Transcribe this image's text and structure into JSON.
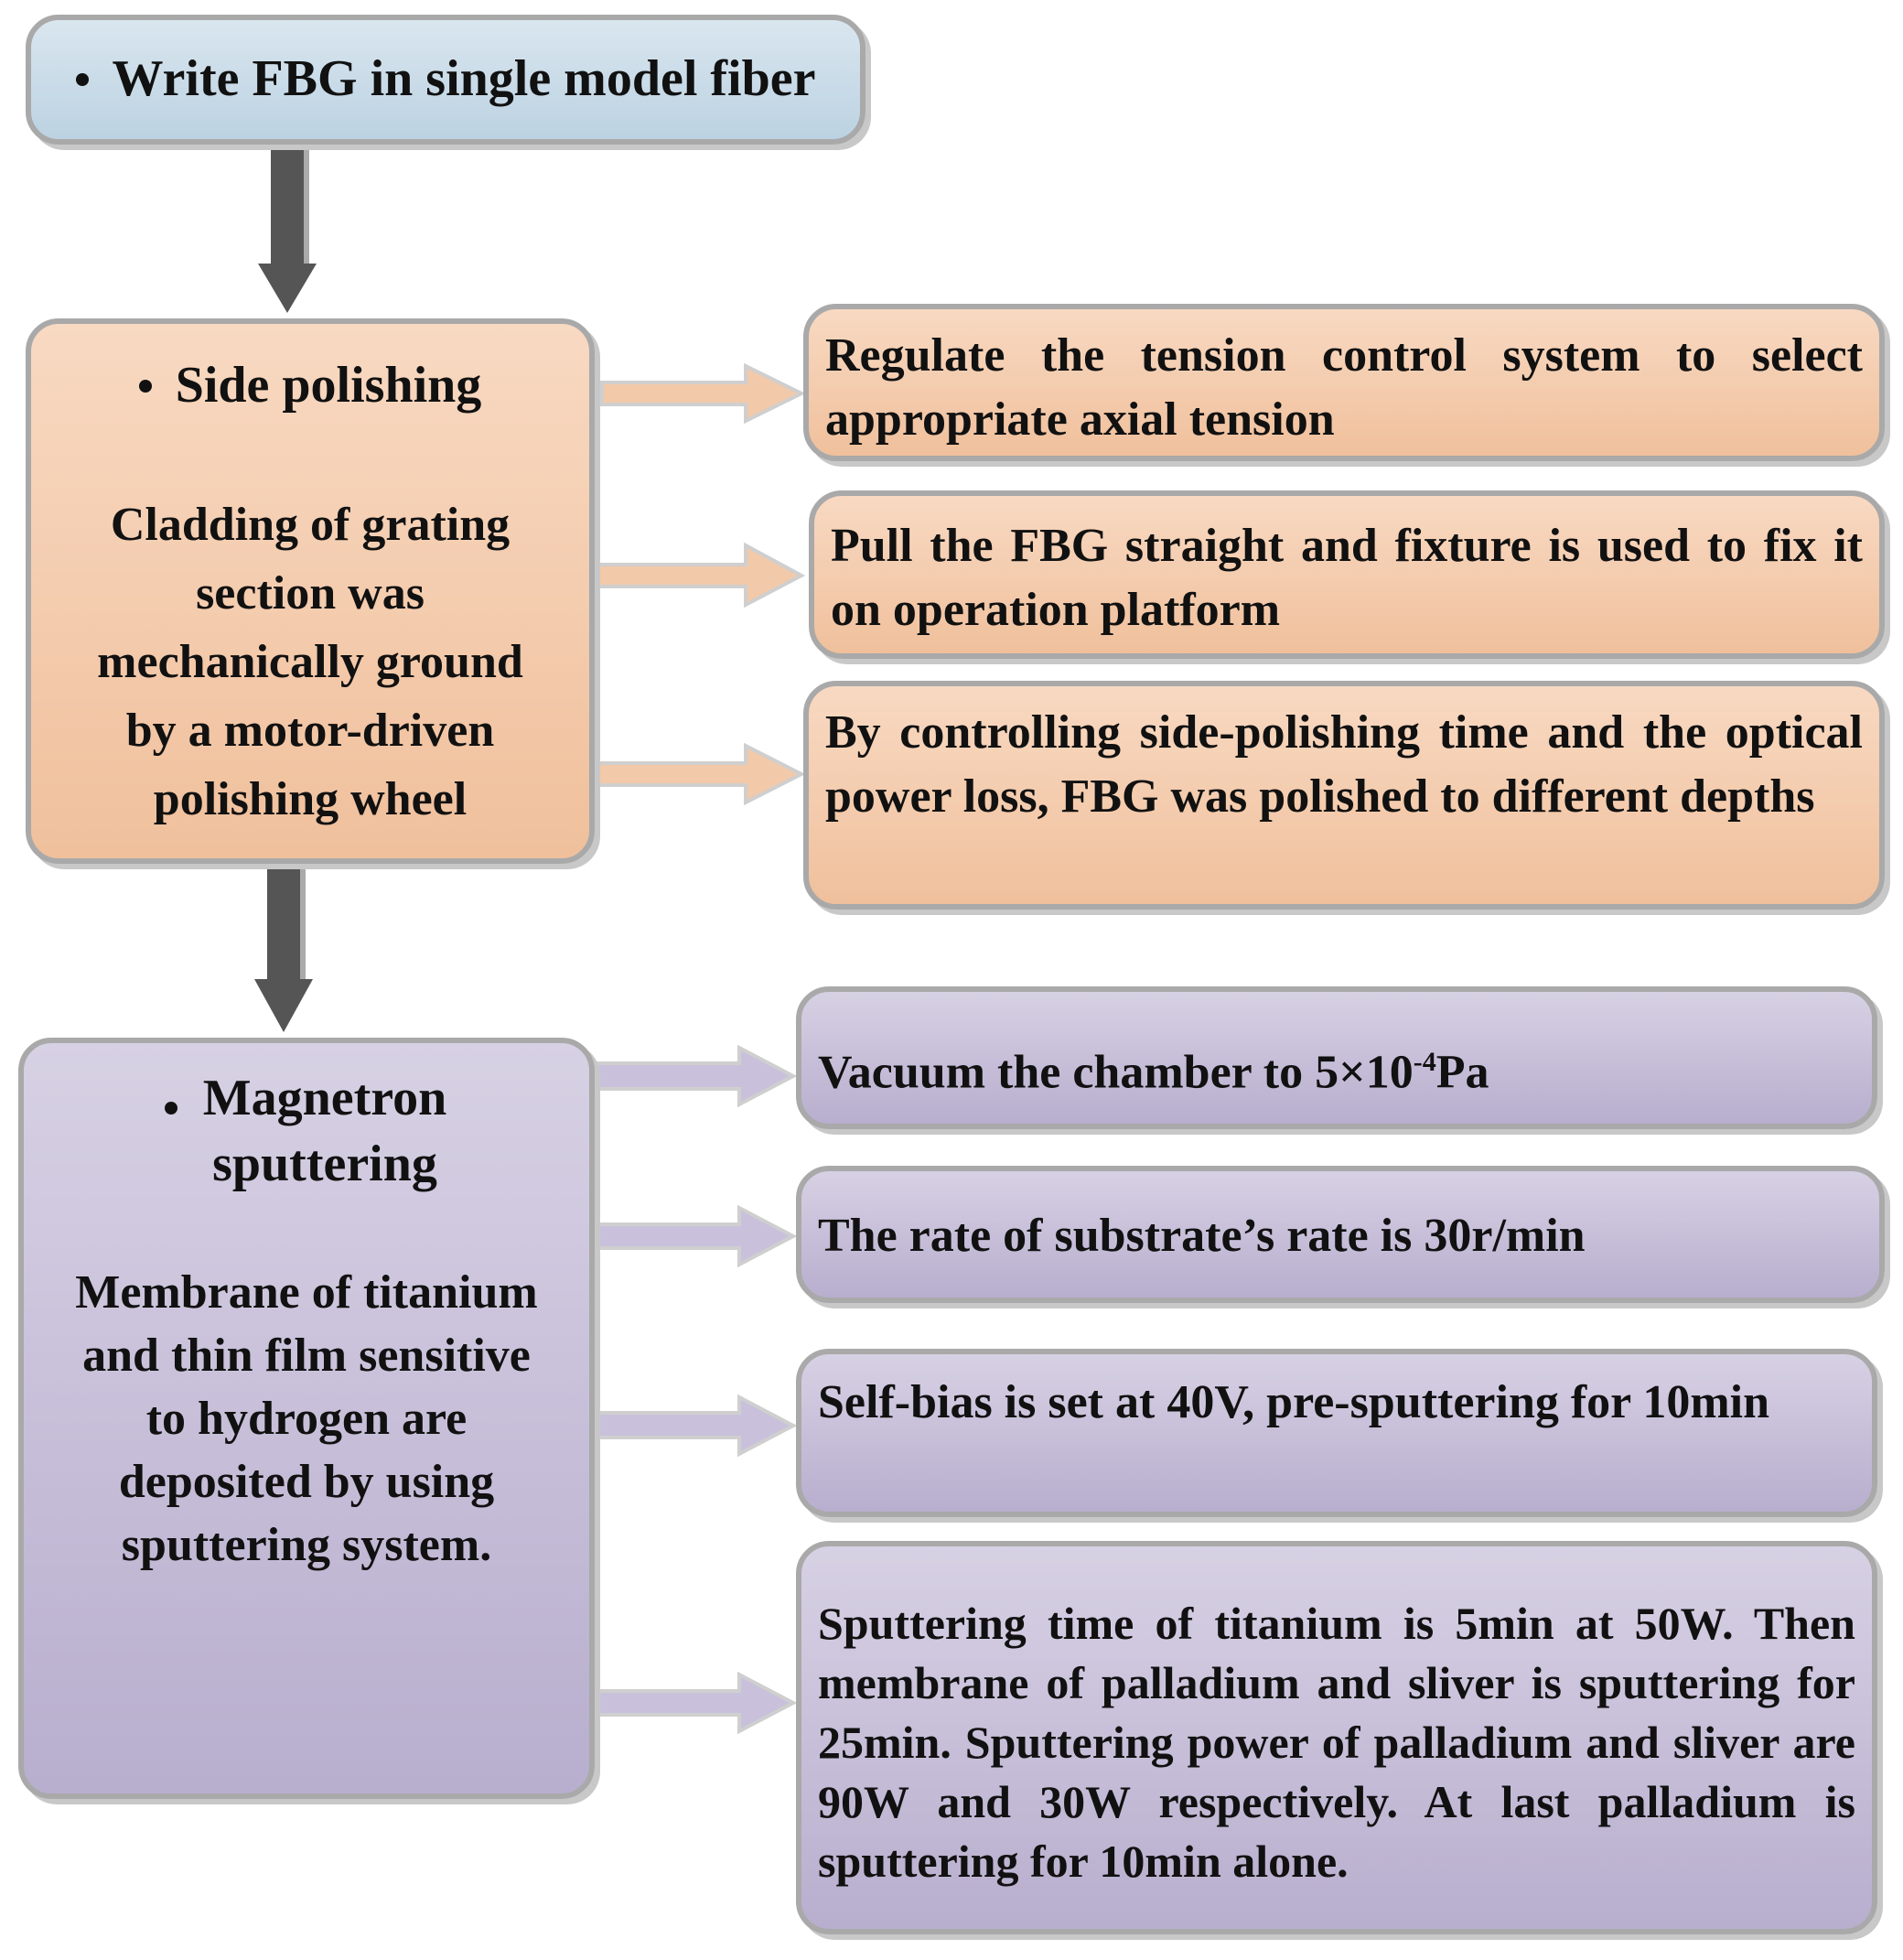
{
  "steps": {
    "write": {
      "title": "Write FBG in single model fiber"
    },
    "polish": {
      "title": "Side polishing",
      "desc": "Cladding of grating section was mechanically ground by a motor-driven polishing wheel",
      "details": [
        "Regulate the tension control system to select appropriate axial tension",
        "Pull the FBG straight and fixture is used to fix it on operation platform",
        "By controlling side-polishing time and the optical power loss, FBG was polished to different depths"
      ]
    },
    "sputter": {
      "title": "Magnetron sputtering",
      "desc": "Membrane of titanium and thin film sensitive to hydrogen are deposited by using sputtering system.",
      "details": {
        "vacuum_prefix": "Vacuum the chamber to 5×10",
        "vacuum_exp": "-4",
        "vacuum_unit": "Pa",
        "rate": "The rate of substrate’s rate is 30r/min",
        "bias": "Self-bias is set at 40V, pre-sputtering for 10min",
        "time": "Sputtering time of titanium is 5min at 50W. Then membrane of palladium and sliver is sputtering for 25min. Sputtering power of palladium and sliver are 90W and 30W respectively. At last palladium is sputtering for 10min alone."
      }
    }
  },
  "colors": {
    "blue": "#c9dbe8",
    "orange": "#f4cba9",
    "purple": "#c6bdd9",
    "border": "#a9a9a9",
    "down_arrow": "#555555",
    "orange_arrow": "#f2c9a9",
    "purple_arrow": "#c9c1db"
  }
}
